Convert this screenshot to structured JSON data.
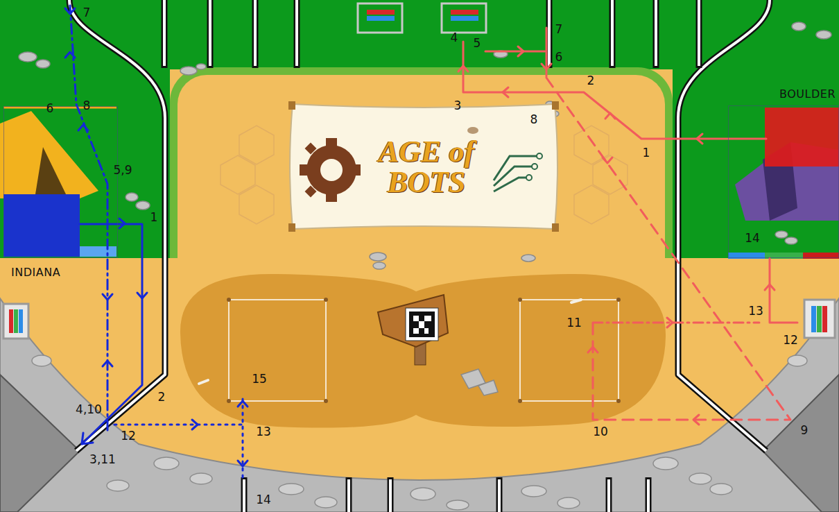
{
  "diagram": {
    "nodes": [
      {
        "text": [
          "AGE of BOTS"
        ]
      },
      {
        "text": [
          "BOULDER"
        ]
      },
      {
        "text": [
          "INDIANA"
        ]
      }
    ],
    "labels": [
      "7",
      "6",
      "8",
      "5,9",
      "1",
      "4,10",
      "2",
      "3,11",
      "12",
      "13",
      "15",
      "14",
      "4",
      "5",
      "7",
      "6",
      "3",
      "2",
      "8",
      "1",
      "11",
      "13",
      "12",
      "14",
      "10",
      "9"
    ]
  }
}
